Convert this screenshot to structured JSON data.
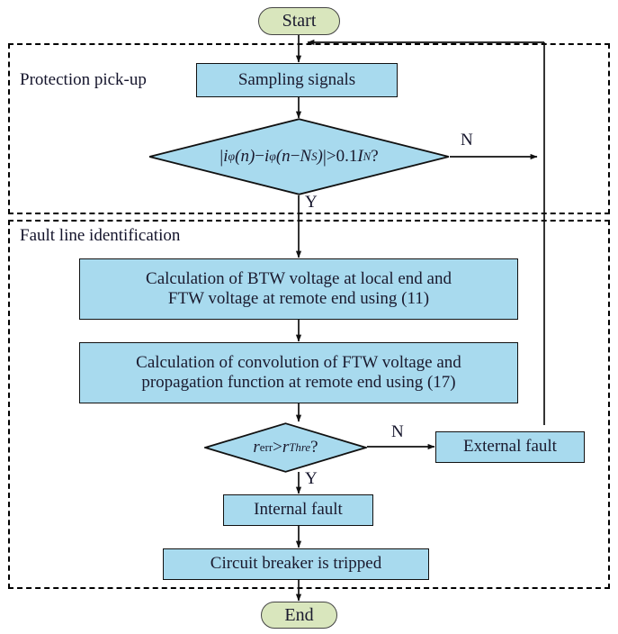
{
  "diagram": {
    "type": "flowchart",
    "title": "Protection scheme flowchart",
    "colors": {
      "process_fill": "#a8daee",
      "terminator_fill": "#d9e6bd",
      "stroke": "#111111",
      "region_border": "#000000"
    }
  },
  "regions": [
    {
      "id": "protection-pickup",
      "label": "Protection pick-up"
    },
    {
      "id": "fault-line-identification",
      "label": "Fault line identification"
    }
  ],
  "nodes": {
    "start": {
      "label": "Start",
      "shape": "terminator"
    },
    "sampling": {
      "label": "Sampling signals",
      "shape": "process"
    },
    "pickup_test": {
      "shape": "decision",
      "formula_plain": "|i_φ(n) − i_φ(n−N_S)| > 0.1 I_N ?",
      "parts": {
        "bar_open": "|",
        "i1": "i",
        "phi1": "φ",
        "arg1": "(n)",
        "minus1": "−",
        "i2": "i",
        "phi2": "φ",
        "arg2_open": "(n",
        "minus2": "−",
        "bigN": "N",
        "subS": "S",
        "arg2_close": ")",
        "bar_close": "|",
        "gt": ">",
        "value": "0.1",
        "current": "I",
        "subN": "N",
        "question": "?"
      }
    },
    "calc_btw": {
      "shape": "process",
      "line1": "Calculation of BTW voltage at local end and",
      "line2": "FTW voltage at remote end using (11)"
    },
    "calc_conv": {
      "shape": "process",
      "line1": "Calculation of convolution of FTW voltage and",
      "line2": "propagation function at remote end using (17)"
    },
    "r_test": {
      "shape": "decision",
      "formula_plain": "r_err > r_Thre ?",
      "parts": {
        "r1": "r",
        "sub_err": "err",
        "gt": ">",
        "r2": "r",
        "sub_thre": "Thre",
        "question": "?"
      }
    },
    "external_fault": {
      "label": "External fault",
      "shape": "process"
    },
    "internal_fault": {
      "label": "Internal fault",
      "shape": "process"
    },
    "breaker": {
      "label": "Circuit breaker is tripped",
      "shape": "process"
    },
    "end": {
      "label": "End",
      "shape": "terminator"
    }
  },
  "edge_labels": {
    "pickup_no": "N",
    "pickup_yes": "Y",
    "r_no": "N",
    "r_yes": "Y"
  }
}
